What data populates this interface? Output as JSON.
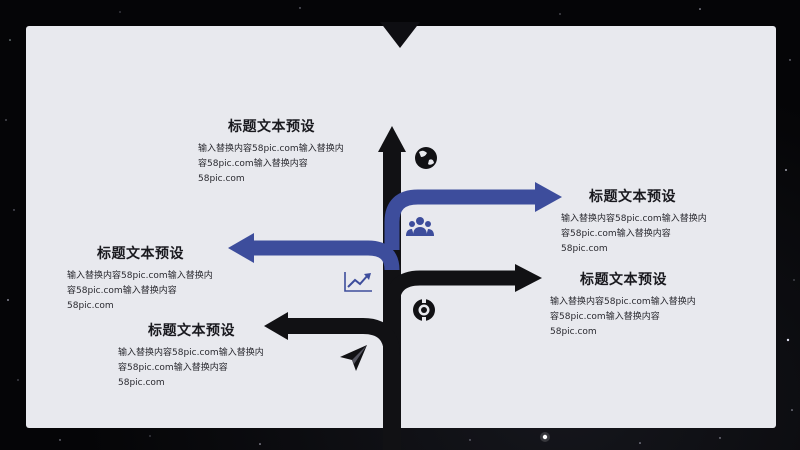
{
  "colors": {
    "background": "#050507",
    "card": "#e8e9ee",
    "accent_blue": "#3d4d9c",
    "arrow_dark": "#111114",
    "text": "#1a1a1f"
  },
  "items": [
    {
      "title": "标题文本预设",
      "body": "输入替换内容58pic.com输入替换内\n容58pic.com输入替换内容\n58pic.com",
      "arrow_color": "dark",
      "icon": "globe-icon"
    },
    {
      "title": "标题文本预设",
      "body": "输入替换内容58pic.com输入替换内\n容58pic.com输入替换内容\n58pic.com",
      "arrow_color": "blue",
      "icon": "chart-icon"
    },
    {
      "title": "标题文本预设",
      "body": "输入替换内容58pic.com输入替换内\n容58pic.com输入替换内容\n58pic.com",
      "arrow_color": "dark",
      "icon": "paper-plane-icon"
    },
    {
      "title": "标题文本预设",
      "body": "输入替换内容58pic.com输入替换内\n容58pic.com输入替换内容\n58pic.com",
      "arrow_color": "blue",
      "icon": "people-icon"
    },
    {
      "title": "标题文本预设",
      "body": "输入替换内容58pic.com输入替换内\n容58pic.com输入替换内容\n58pic.com",
      "arrow_color": "dark",
      "icon": "lifebuoy-icon"
    }
  ]
}
